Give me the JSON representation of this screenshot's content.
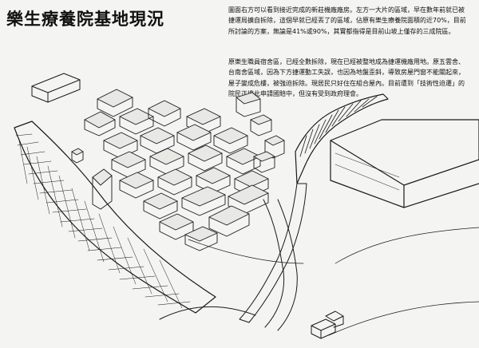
{
  "page": {
    "title": "樂生療養院基地現況",
    "paragraphs": [
      "圖面右方可以看到接近完成的新莊機廠廠房。左方一大片的區域，早在數年前就已被捷運局擴自拆除，這個早就已經丟了的區域，佔原有樂生療養院面積的近70%，目前所討論的方案，無論是41%或90%，其實都指得是目前山坡上僅存的三成院區。",
      "原樂生職員宿舍區，已經全數拆除，現在已經被整地成為捷運機廠用地。原五雲舍、台南舍區域，因為下方捷運動工失誤，也因為地盤歪斜，導致房屋門窗不能關起來，屋子變成危樓，被強迫拆除。現居民只好住在組合屋內。目前遭到「技術性迫遷」的院民正擔此申請國賠中，但沒有受到政府理會。"
    ]
  }
}
